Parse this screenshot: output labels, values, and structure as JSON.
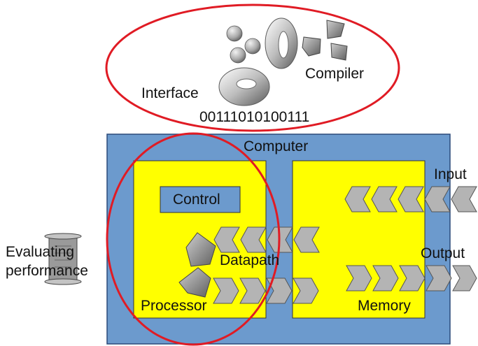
{
  "labels": {
    "interface": "Interface",
    "compiler": "Compiler",
    "binary": "00111010100111",
    "computer": "Computer",
    "control": "Control",
    "datapath": "Datapath",
    "processor": "Processor",
    "memory": "Memory",
    "input": "Input",
    "output": "Output",
    "evaluating": "Evaluating",
    "performance": "performance"
  },
  "colors": {
    "computer_fill": "#6c9acd",
    "computer_stroke": "#2b4a7a",
    "component_fill": "#ffff00",
    "control_fill": "#6c9acd",
    "highlight_ellipse": "#e01b24",
    "arrow_fill": "#b4b4b4",
    "arrow_stroke": "#555555"
  },
  "icons": [
    "sphere-icon",
    "torus-icon",
    "polygon-shard-icon",
    "scroll-icon",
    "chevron-arrow-icon"
  ]
}
